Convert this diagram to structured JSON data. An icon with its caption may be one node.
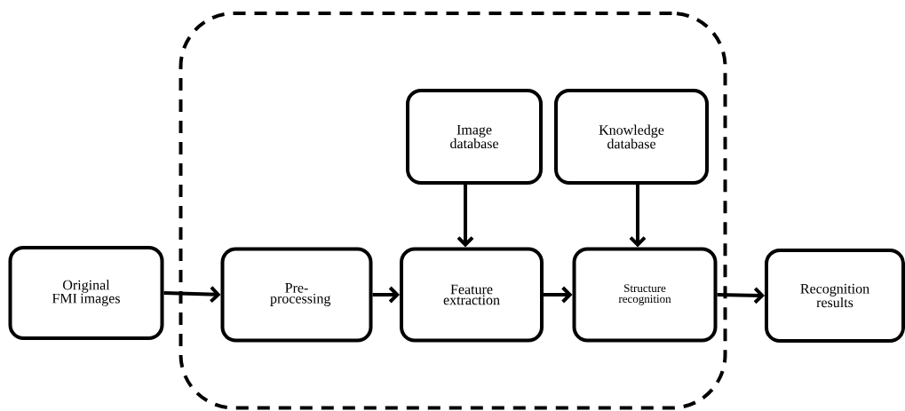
{
  "diagram": {
    "nodes": [
      {
        "text": [],
        "shape": "box"
      },
      {
        "text": [
          "Original FMI images"
        ]
      },
      {
        "text": [
          "Image database"
        ],
        "in": 0
      },
      {
        "text": [
          "Knowledge database"
        ],
        "in": 0
      },
      {
        "text": [
          "Pre- processing"
        ],
        "in": 0
      },
      {
        "text": [
          "Feature extraction"
        ],
        "in": 0
      },
      {
        "text": [
          "Structure recognition"
        ],
        "in": 0
      },
      {
        "text": [
          "Recognition results"
        ]
      }
    ],
    "edges": [
      {
        "from": 1,
        "to": 4,
        "arrow": "to"
      },
      {
        "from": 4,
        "to": 5,
        "arrow": "to"
      },
      {
        "from": 2,
        "to": 5,
        "arrow": "to"
      },
      {
        "from": 5,
        "to": 6,
        "arrow": "to"
      },
      {
        "from": 3,
        "to": 6,
        "arrow": "to"
      },
      {
        "from": 6,
        "to": 7,
        "arrow": "to"
      }
    ]
  }
}
